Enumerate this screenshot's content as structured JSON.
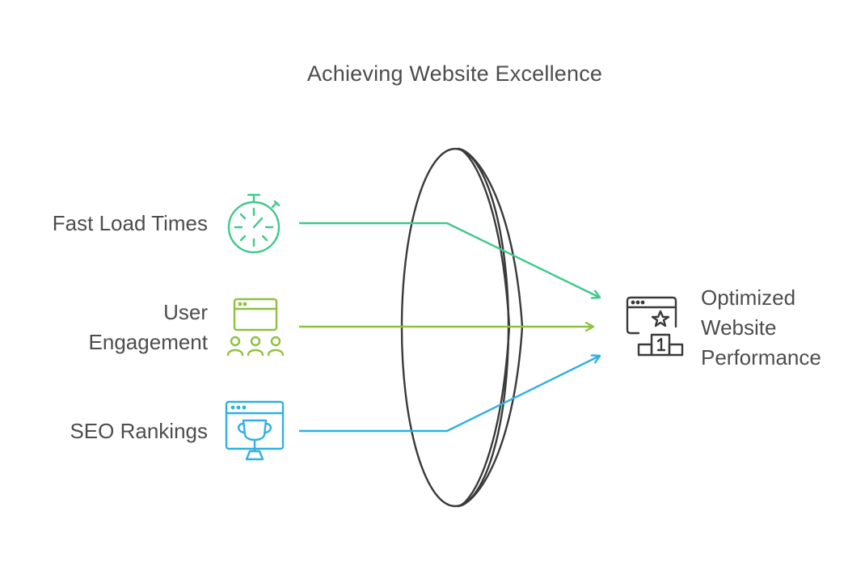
{
  "title": "Achieving Website Excellence",
  "inputs": [
    {
      "label_lines": [
        "Fast Load Times"
      ],
      "icon": "stopwatch-icon",
      "color": "#3ec98a"
    },
    {
      "label_lines": [
        "User",
        "Engagement"
      ],
      "icon": "audience-icon",
      "color": "#8fc13f"
    },
    {
      "label_lines": [
        "SEO Rankings"
      ],
      "icon": "trophy-browser-icon",
      "color": "#2fb1e0"
    }
  ],
  "output": {
    "label_lines": [
      "Optimized",
      "Website",
      "Performance"
    ],
    "icon": "podium-browser-icon",
    "color": "#3a3a3a"
  },
  "lens_color": "#3a3a3a"
}
